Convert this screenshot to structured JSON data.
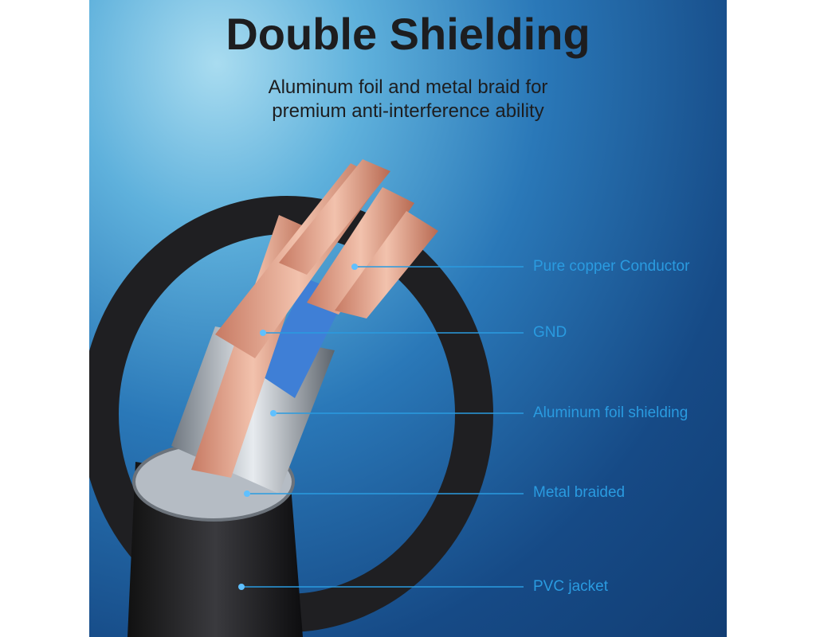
{
  "title": "Double Shielding",
  "subtitle_line1": "Aluminum foil and metal braid for",
  "subtitle_line2": "premium anti-interference ability",
  "labels": [
    "Pure copper Conductor",
    "GND",
    "Aluminum foil shielding",
    "Metal braided",
    "PVC jacket"
  ],
  "colors": {
    "label": "#2a9be0",
    "title": "#1d1d1f",
    "copper": "#d9927a",
    "jacket": "#1f1f22"
  }
}
